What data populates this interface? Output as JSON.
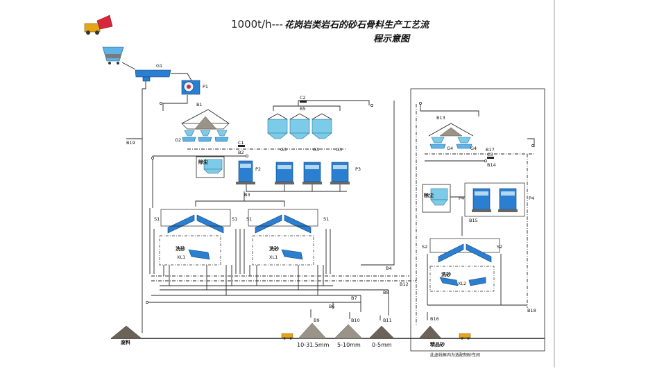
{
  "title": {
    "prefix": "1000t/h---",
    "line1": "花岗岩类岩石的砂石骨料生产工艺流",
    "line2": "程示意图"
  },
  "equipment": {
    "g1": "G1",
    "p1": "P1",
    "g2": "G2",
    "c1": "C1",
    "c2": "C2",
    "c3": "C3",
    "p2": "P2",
    "p3": "P3",
    "p4": "P4",
    "g3": "G3",
    "g4": "G4",
    "s1": "S1",
    "s2": "S2",
    "xl1": "XL1",
    "xl2": "XL2",
    "wash": "洗砂",
    "dust": "除尘"
  },
  "belts": {
    "b1": "B1",
    "b2": "B2",
    "b3": "B3",
    "b4": "B4",
    "b5": "B5",
    "b6": "B6",
    "b7": "B7",
    "b8": "B8",
    "b9": "B9",
    "b10": "B10",
    "b11": "B11",
    "b12": "B12",
    "b13": "B13",
    "b14": "B14",
    "b15": "B15",
    "b16": "B16",
    "b17": "B17",
    "b18": "B18",
    "b19": "B19"
  },
  "products": {
    "waste": "废料",
    "p1": "10-31.5mm",
    "p2": "5-10mm",
    "p3": "0-5mm",
    "sand": "精品砂"
  },
  "note": "此虚线框内为选配制砂车间",
  "colors": {
    "equipment_blue": "#2a7fd0",
    "bin_cyan": "#7ccbe8",
    "stockpile": "#6b6258",
    "truck": "#e6a519"
  }
}
